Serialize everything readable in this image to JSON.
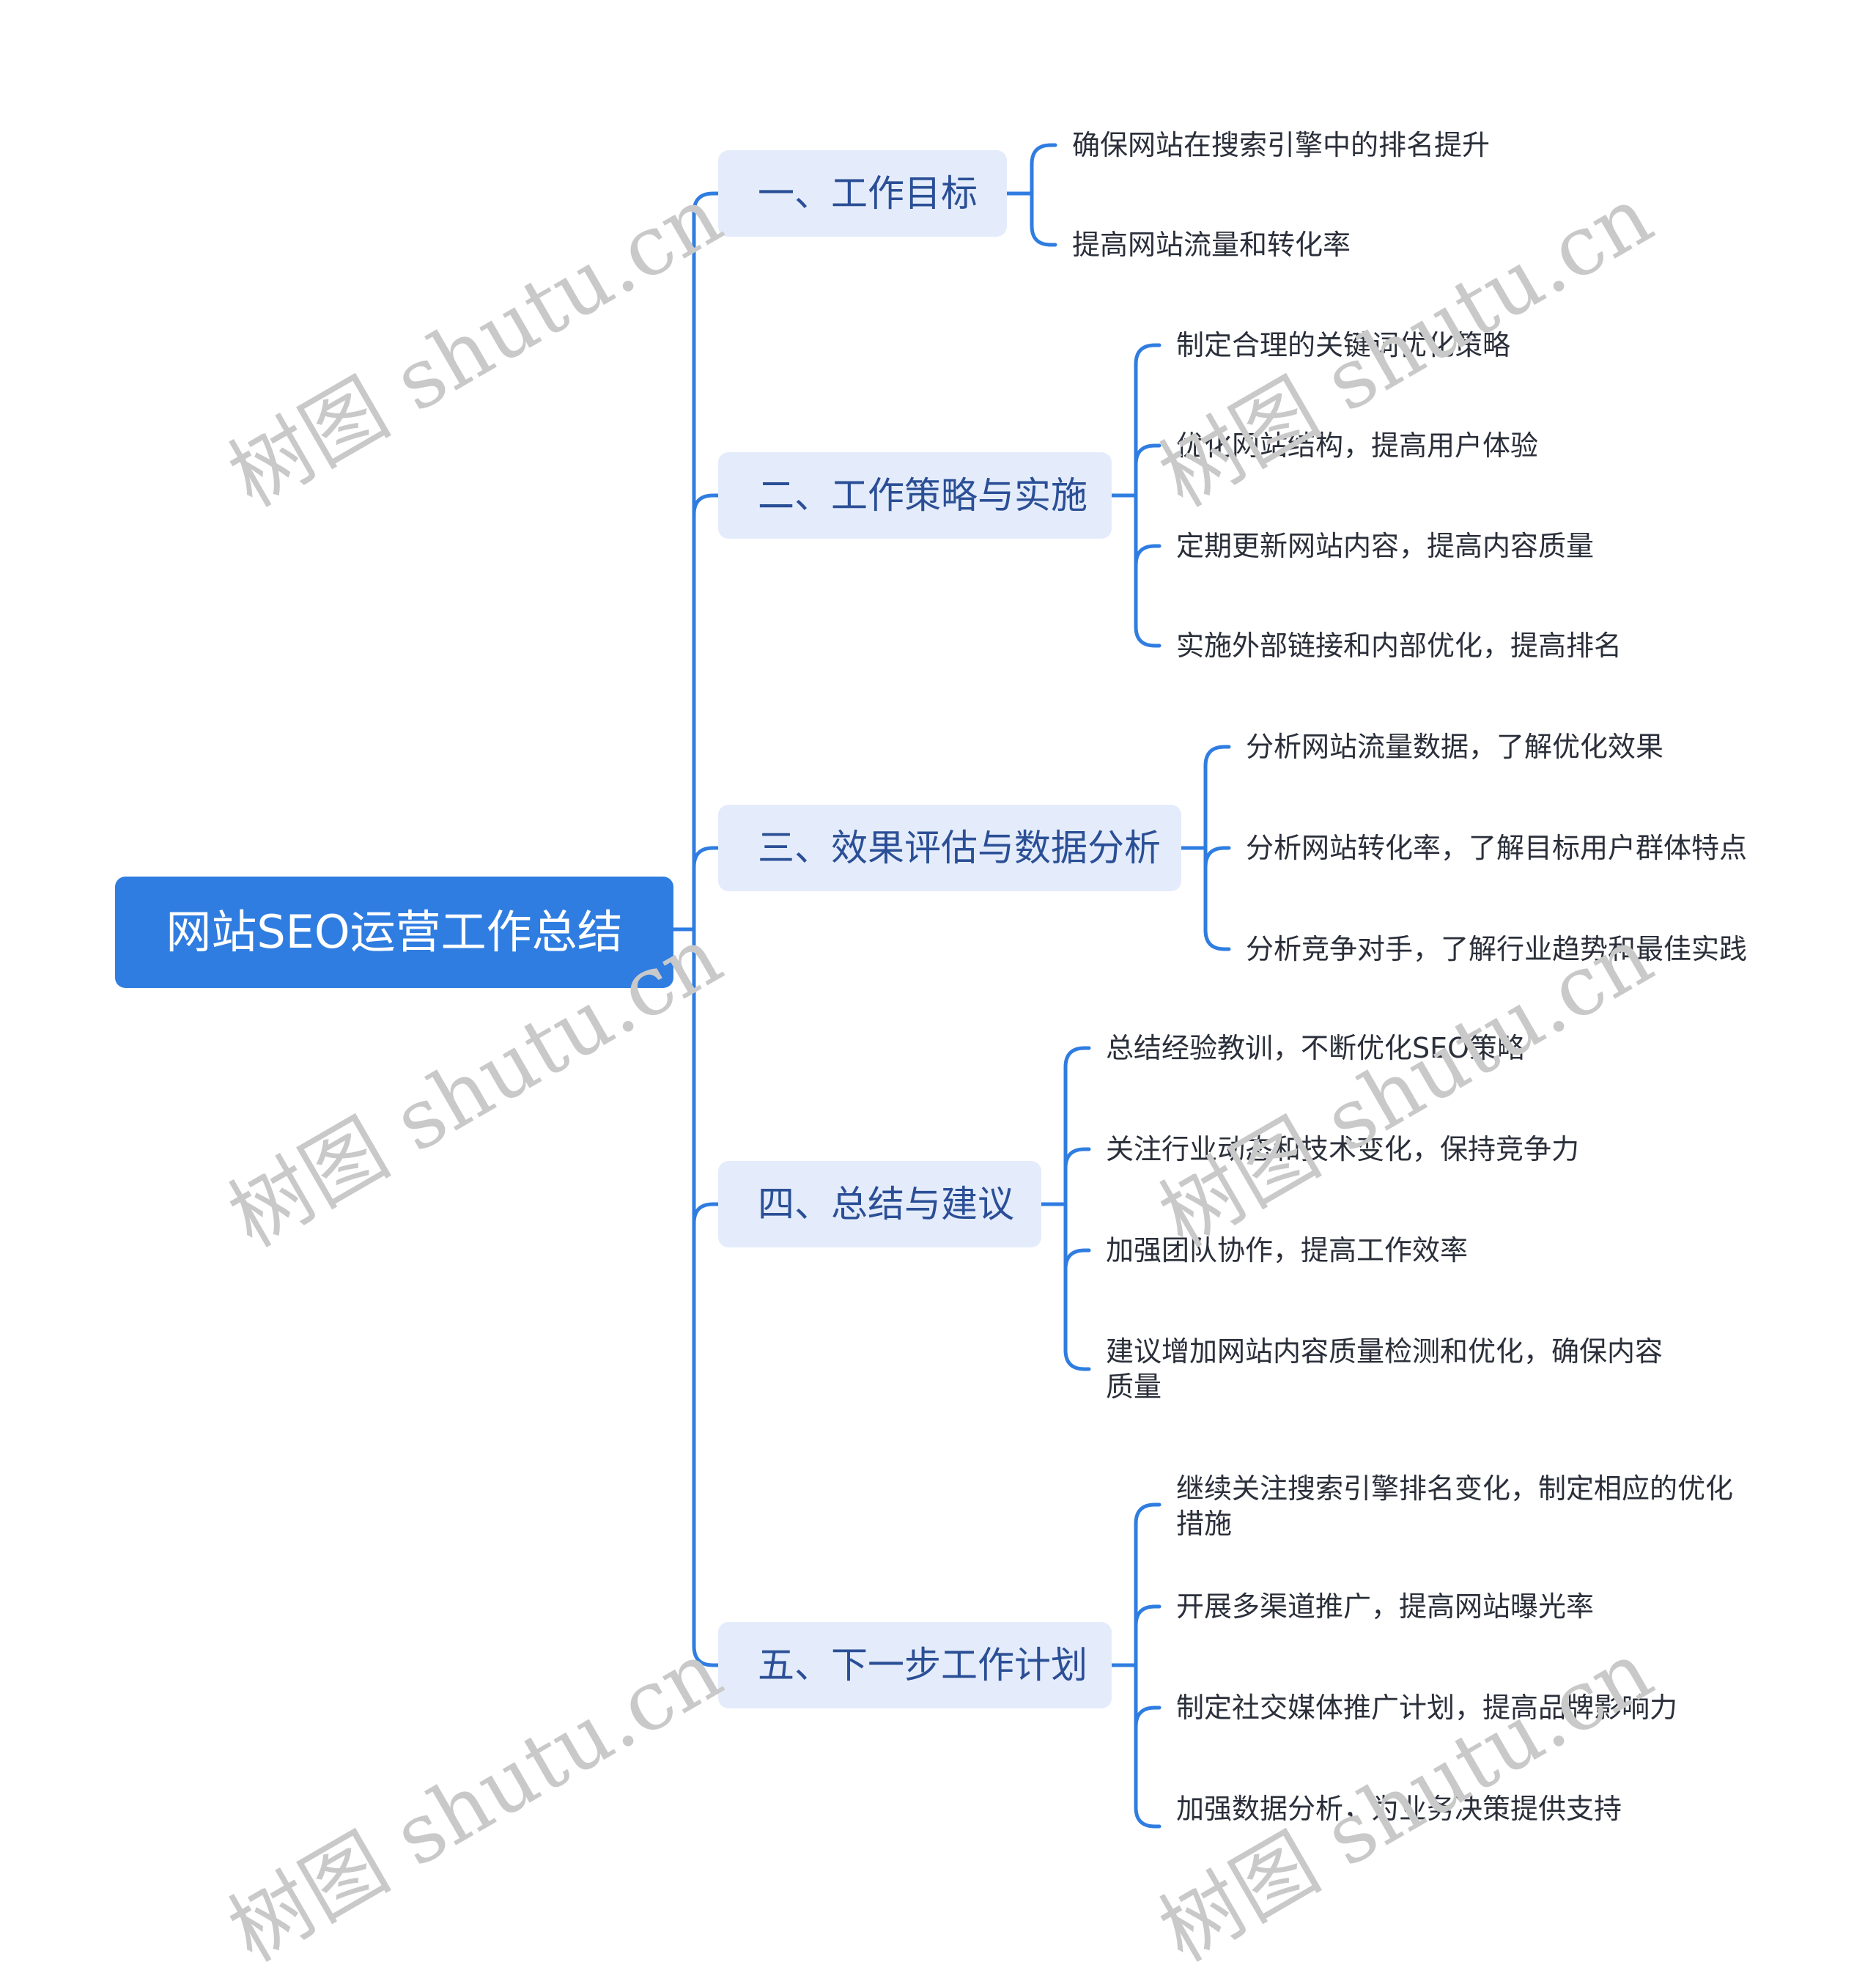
{
  "root": {
    "label": "网站SEO运营工作总结"
  },
  "branches": [
    {
      "label": "一、工作目标",
      "items": [
        "确保网站在搜索引擎中的排名提升",
        "提高网站流量和转化率"
      ]
    },
    {
      "label": "二、工作策略与实施",
      "items": [
        "制定合理的关键词优化策略",
        "优化网站结构，提高用户体验",
        "定期更新网站内容，提高内容质量",
        "实施外部链接和内部优化，提高排名"
      ]
    },
    {
      "label": "三、效果评估与数据分析",
      "items": [
        "分析网站流量数据，了解优化效果",
        "分析网站转化率，了解目标用户群体特点",
        "分析竞争对手，了解行业趋势和最佳实践"
      ]
    },
    {
      "label": "四、总结与建议",
      "items": [
        "总结经验教训，不断优化SEO策略",
        "关注行业动态和技术变化，保持竞争力",
        "加强团队协作，提高工作效率",
        "建议增加网站内容质量检测和优化，确保内容",
        "质量"
      ]
    },
    {
      "label": "五、下一步工作计划",
      "items": [
        "继续关注搜索引擎排名变化，制定相应的优化",
        "措施",
        "开展多渠道推广，提高网站曝光率",
        "制定社交媒体推广计划，提高品牌影响力",
        "加强数据分析，为业务决策提供支持"
      ]
    }
  ],
  "watermark": "树图 shutu.cn",
  "colors": {
    "connector": "#2f7de1",
    "root_fill": "#2f7de1",
    "branch_fill": "#e4ecfb",
    "branch_text": "#2b4f96",
    "leaf_text": "#2a2f3a",
    "watermark": "#c9c9c9"
  }
}
